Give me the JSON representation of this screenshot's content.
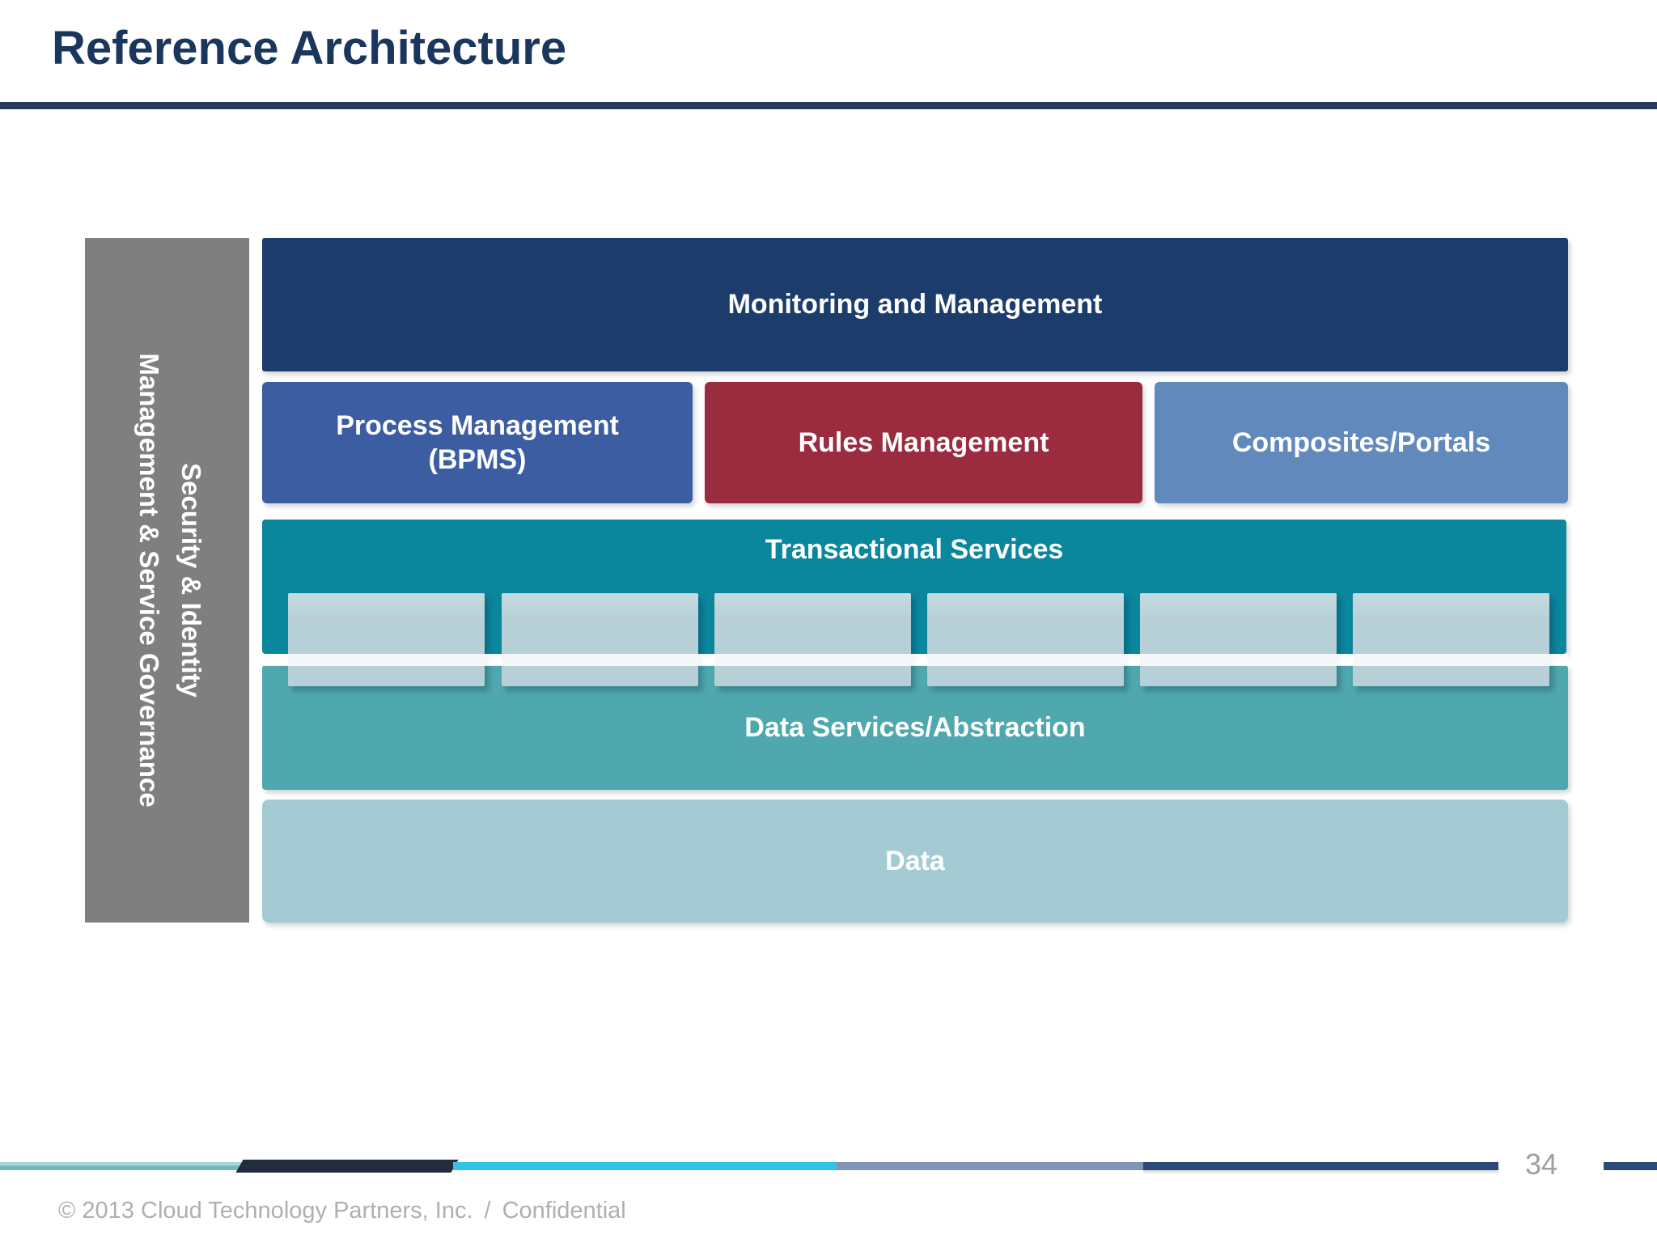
{
  "slide": {
    "title": "Reference Architecture",
    "page_number": "34",
    "footer": {
      "copyright": "© 2013 Cloud Technology Partners, Inc.",
      "separator": "/",
      "confidential": "Confidential"
    }
  },
  "diagram": {
    "sidebar": {
      "line1": "Security & Identity",
      "line2": "Management & Service Governance",
      "color": "#7F7F7F"
    },
    "layers": {
      "monitoring": {
        "label": "Monitoring and Management",
        "color": "#1C3D6B"
      },
      "row2": {
        "process_management": {
          "line1": "Process Management",
          "line2": "(BPMS)",
          "color": "#3C5DA1"
        },
        "rules_management": {
          "label": "Rules Management",
          "color": "#9B2B3E"
        },
        "composites_portals": {
          "label": "Composites/Portals",
          "color": "#6289BC"
        }
      },
      "transactional": {
        "label": "Transactional Services",
        "color": "#0A869D",
        "placeholder_box_count": 6,
        "placeholder_box_color": "#B7CFD7"
      },
      "data_services": {
        "label": "Data Services/Abstraction",
        "color": "#4FA8AD"
      },
      "data": {
        "label": "Data",
        "color": "#A4CBD4"
      }
    }
  },
  "decoration_line": {
    "segment_colors": [
      "#70BABB",
      "#212D3C",
      "#35C2E8",
      "#8095B5",
      "#2B4A78",
      "#2B4A78"
    ]
  },
  "theme": {
    "title_color": "#1B365D",
    "header_rule_color": "#24395B",
    "background": "#FFFFFF"
  }
}
